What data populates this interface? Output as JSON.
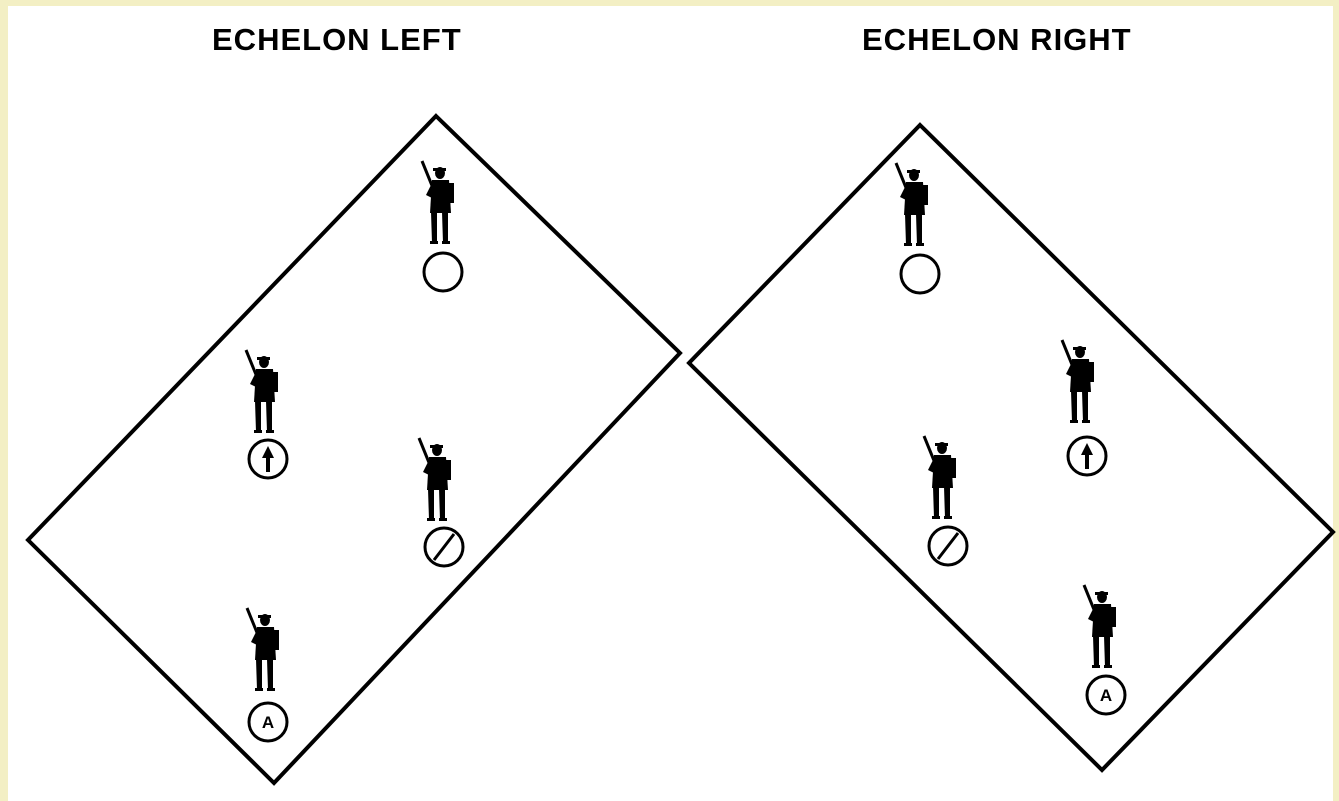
{
  "panels": [
    {
      "title": "ECHELON LEFT",
      "soldiers": [
        {
          "role": "rifleman",
          "symbol": "empty-circle-symbol"
        },
        {
          "role": "team-leader",
          "symbol": "arrow-circle-symbol"
        },
        {
          "role": "grenadier",
          "symbol": "slash-circle-symbol"
        },
        {
          "role": "automatic-rifleman",
          "symbol": "letter-circle-symbol",
          "symbol_letter": "A"
        }
      ]
    },
    {
      "title": "ECHELON RIGHT",
      "soldiers": [
        {
          "role": "rifleman",
          "symbol": "empty-circle-symbol"
        },
        {
          "role": "team-leader",
          "symbol": "arrow-circle-symbol"
        },
        {
          "role": "grenadier",
          "symbol": "slash-circle-symbol"
        },
        {
          "role": "automatic-rifleman",
          "symbol": "letter-circle-symbol",
          "symbol_letter": "A"
        }
      ]
    }
  ],
  "colors": {
    "outer_border": "#f3efc4",
    "background": "#ffffff",
    "ink": "#000000"
  }
}
